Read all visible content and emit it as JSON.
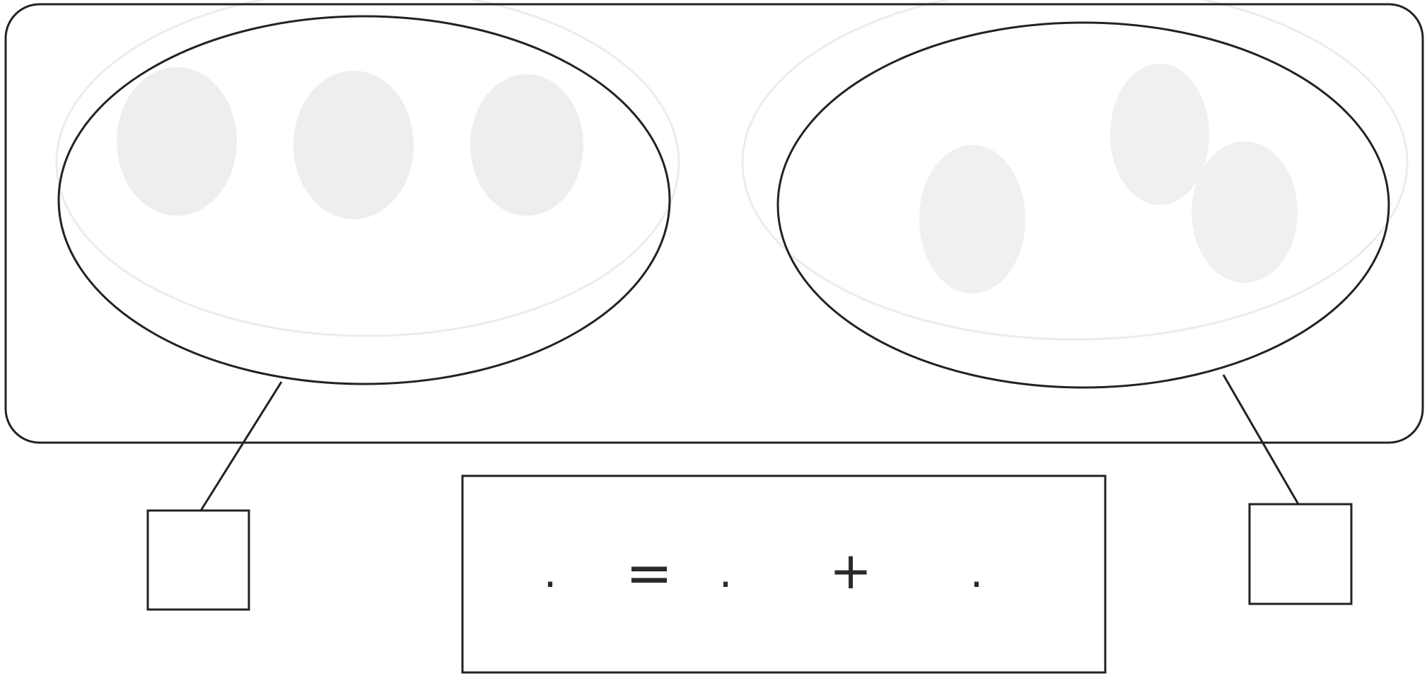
{
  "equation": {
    "first_blank": ".",
    "equals_sign": "=",
    "second_blank": ".",
    "plus_sign": "+",
    "third_blank": "."
  },
  "groups": [
    {
      "name": "left-group",
      "faded_figures": 3,
      "answer_box_value": ""
    },
    {
      "name": "right-group",
      "faded_figures": 3,
      "answer_box_value": ""
    }
  ],
  "colors": {
    "ink": "#222222",
    "faded_figure": "#ececec",
    "faded_outline": "#e6e6e6"
  }
}
